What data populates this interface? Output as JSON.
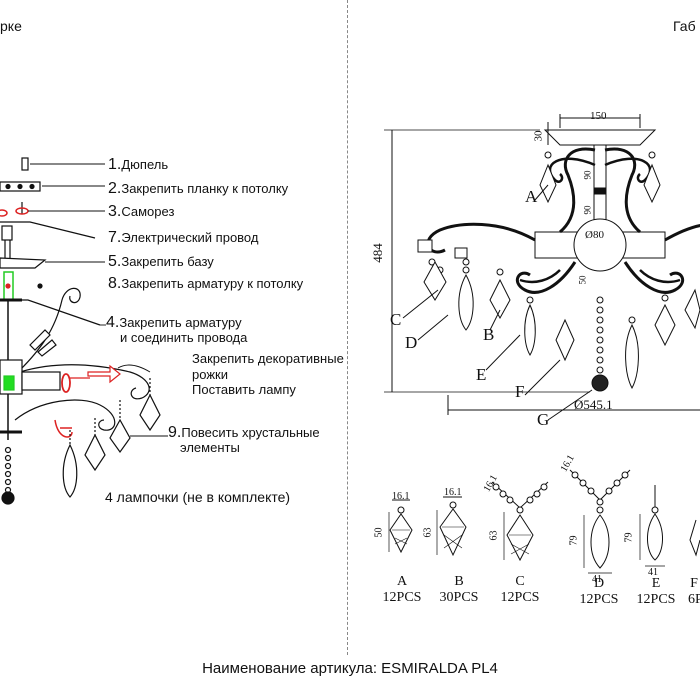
{
  "headers": {
    "left": "рке",
    "right": "Габ"
  },
  "steps": [
    {
      "num": "1.",
      "text": "Дюпель"
    },
    {
      "num": "2.",
      "text": "Закрепить планку к потолку"
    },
    {
      "num": "3.",
      "text": "Саморез"
    },
    {
      "num": "7.",
      "text": "Электрический провод"
    },
    {
      "num": "5.",
      "text": "Закрепить базу"
    },
    {
      "num": "8.",
      "text": "Закрепить арматуру к потолку"
    },
    {
      "num": "4.",
      "text": "Закрепить арматуру",
      "text2": "и соединить провода"
    },
    {
      "num": "",
      "text": "Закрепить декоративные",
      "text2": "рожки"
    },
    {
      "num": "",
      "text": "Поставить лампу"
    },
    {
      "num": "9.",
      "text": "Повесить хрустальные",
      "text2": "элементы"
    }
  ],
  "bulb_note": "4 лампочки (не в комплекте)",
  "dimensions": {
    "top_width": "150",
    "cap_height": "30",
    "total_height": "484",
    "center_diameter": "Ø80",
    "diameter": "Ø545.1",
    "small_50": "50",
    "small_90a": "90",
    "small_90b": "90"
  },
  "part_labels": [
    "A",
    "B",
    "C",
    "D",
    "E",
    "F",
    "G"
  ],
  "crystals": [
    {
      "letter": "A",
      "count": "12PCS",
      "width": "16.1",
      "height": "50"
    },
    {
      "letter": "B",
      "count": "30PCS",
      "width": "16.1",
      "height": "63"
    },
    {
      "letter": "C",
      "count": "12PCS",
      "width": "16.1",
      "height": "63"
    },
    {
      "letter": "D",
      "count": "12PCS",
      "width": "16.1",
      "height": "79",
      "width2": "41"
    },
    {
      "letter": "E",
      "count": "12PCS",
      "width": "",
      "height": "79",
      "width2": "41"
    },
    {
      "letter": "F",
      "count": "6P",
      "width": "",
      "height": "",
      "width2": ""
    }
  ],
  "footer": "Наименование артикула: ESMIRALDA PL4"
}
